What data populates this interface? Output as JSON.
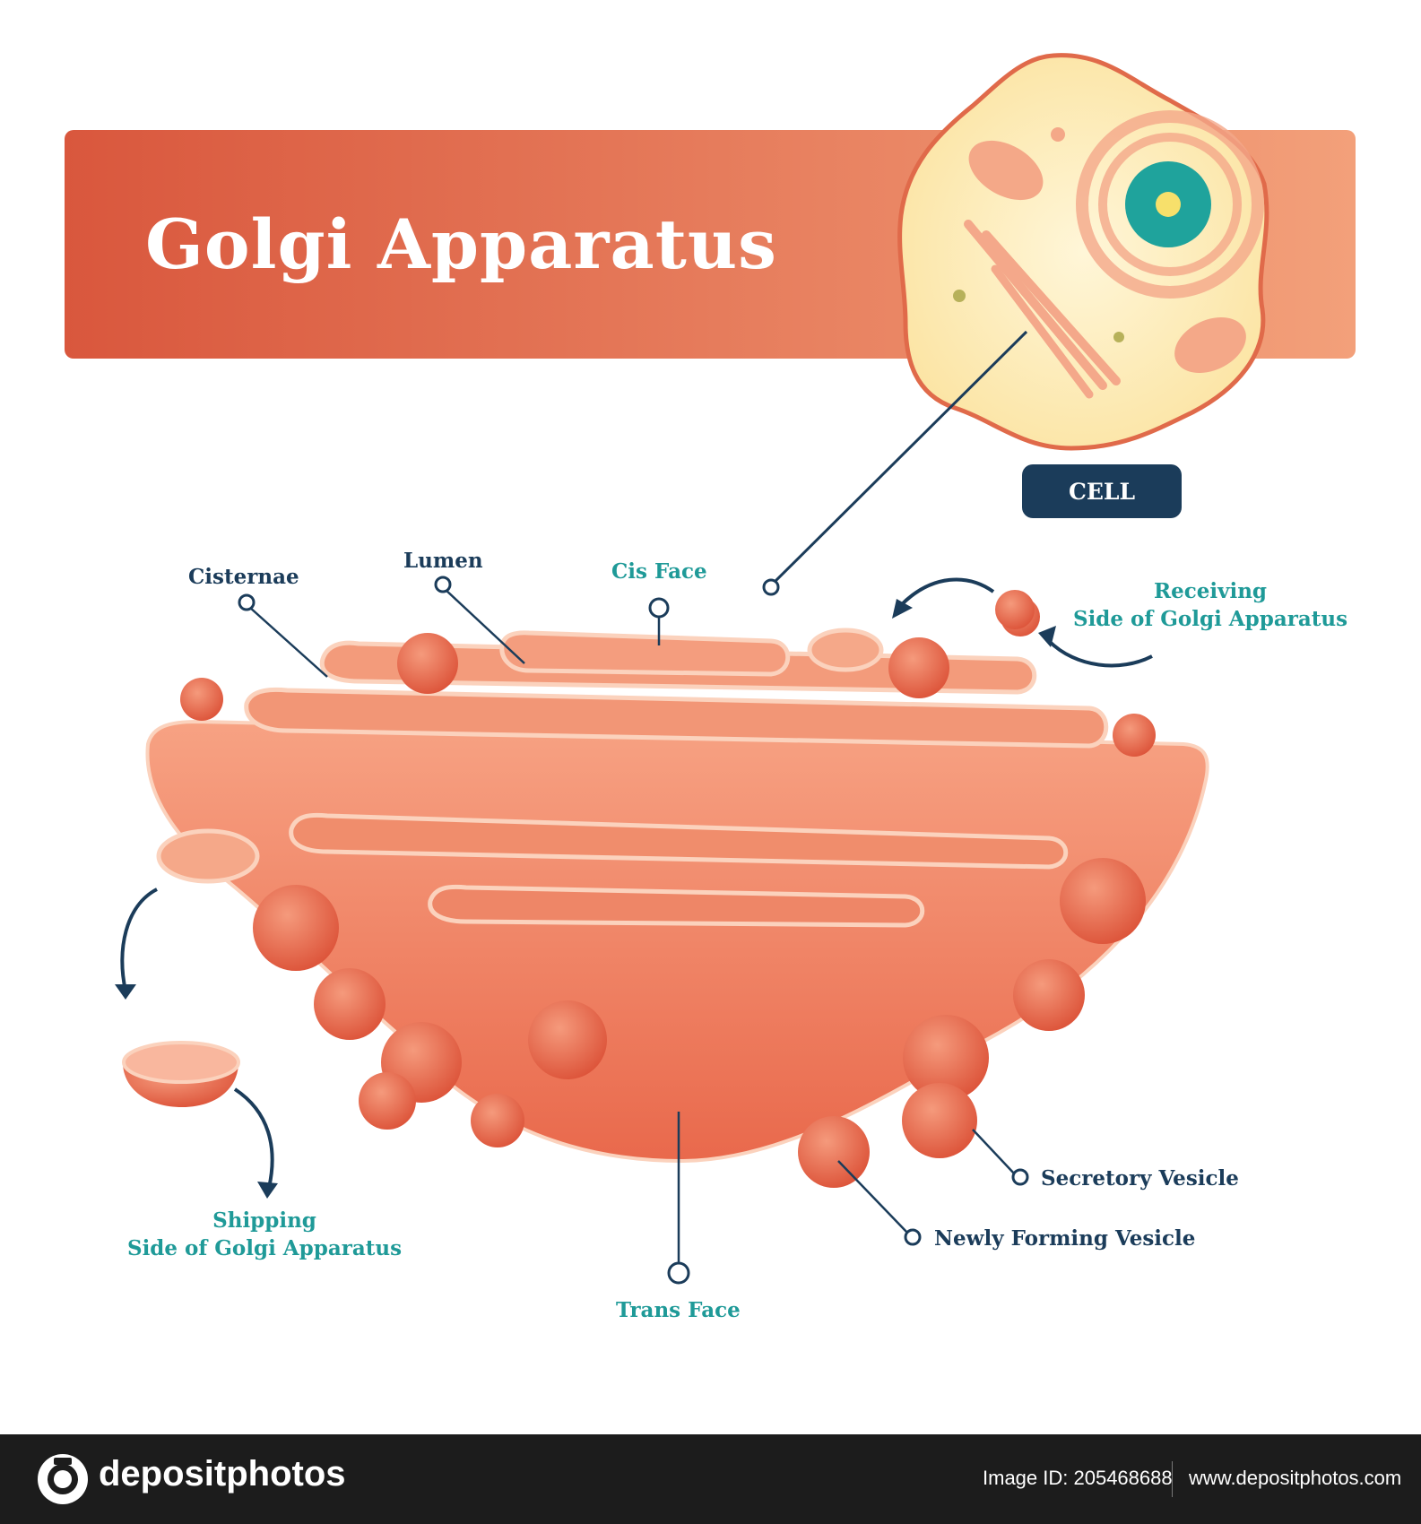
{
  "title": "Golgi Apparatus",
  "cell_badge": "CELL",
  "labels": {
    "cisternae": "Cisternae",
    "lumen": "Lumen",
    "cis_face": "Cis Face",
    "receiving_line1": "Receiving",
    "receiving_line2": "Side of Golgi Apparatus",
    "shipping_line1": "Shipping",
    "shipping_line2": "Side of Golgi Apparatus",
    "trans_face": "Trans Face",
    "secretory_vesicle": "Secretory Vesicle",
    "newly_forming_vesicle": "Newly Forming Vesicle"
  },
  "footer": {
    "brand": "depositphotos",
    "image_id": "Image ID: 205468688",
    "url": "www.depositphotos.com"
  },
  "colors": {
    "banner_dark": "#d9573d",
    "banner_light": "#f0a07a",
    "golgi_fill": "#f08a6a",
    "golgi_edge": "#fbd2bd",
    "vesicle": "#e86a4c",
    "label_dark": "#1b3c5a",
    "label_teal": "#1f9a98",
    "cell_fill": "#fbe7a4",
    "nucleus": "#1fa39c"
  }
}
